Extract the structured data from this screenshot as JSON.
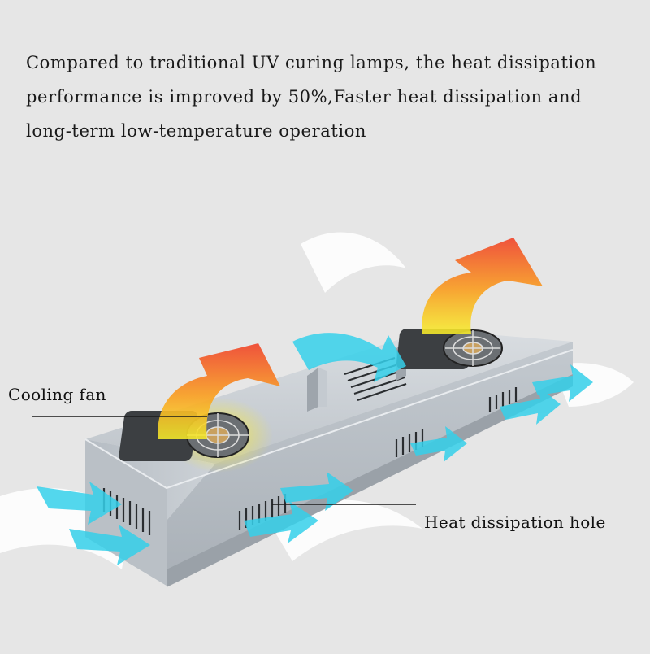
{
  "headline": {
    "line1": "Compared to traditional UV curing lamps, the heat dissipation",
    "line2": "performance is improved by 50%,Faster heat dissipation and",
    "line3": "long-term low-temperature operation"
  },
  "callouts": {
    "cooling_fan": "Cooling fan",
    "heat_hole": "Heat dissipation hole"
  },
  "colors": {
    "background": "#e6e6e6",
    "housing": "#c9ced3",
    "hot_air_top": "#f0452d",
    "hot_air_bottom": "#f5e42a",
    "cool_air": "#35d0ea",
    "text": "#1a1a1a"
  },
  "icons": [
    "fan-icon",
    "hot-air-arrow-icon",
    "cool-air-arrow-icon"
  ]
}
